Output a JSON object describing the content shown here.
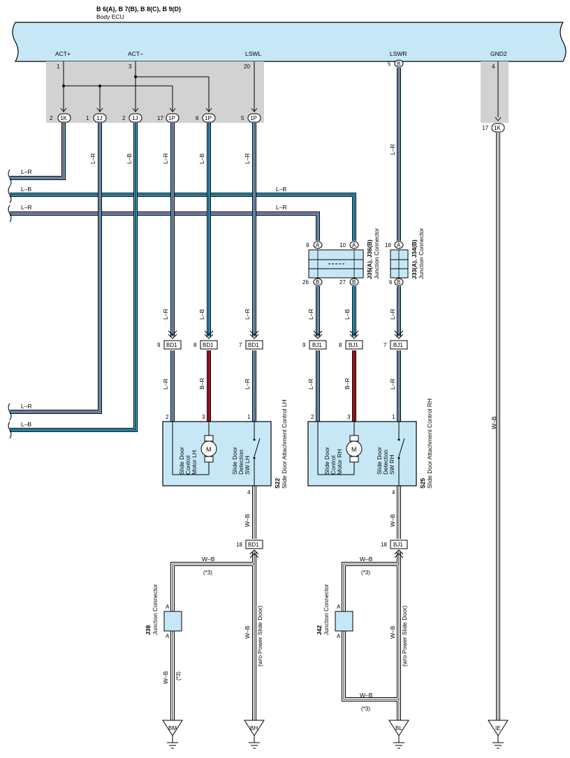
{
  "header": {
    "connectors": "B 6(A), B 7(B), B 8(C), B 9(D)",
    "component": "Body ECU"
  },
  "ecu_pins": {
    "act_plus": "ACT+",
    "act_minus": "ACT–",
    "lswl": "LSWL",
    "lswr": "LSWR",
    "gnd2": "GND2",
    "pin_1": "1",
    "pin_3": "3",
    "pin_20": "20",
    "pin_5": "5",
    "pin_4": "4",
    "conn_b": "B"
  },
  "connectors": {
    "c1k": "1K",
    "c1j": "1J",
    "c1p": "1P",
    "bd1": "BD1",
    "bj1": "BJ1",
    "pins_1k": "2",
    "pins_1j_a": "1",
    "pins_1j_b": "2",
    "pins_1p_a": "17",
    "pins_1p_b": "6",
    "pins_1p_c": "5",
    "pin_17": "17",
    "bd1_a": "9",
    "bd1_b": "8",
    "bd1_c": "7",
    "bd1_d": "18",
    "bj1_a": "9",
    "bj1_b": "8",
    "bj1_c": "7",
    "bj1_d": "18"
  },
  "wires": {
    "lr": "L–R",
    "lb": "L–B",
    "br": "B–R",
    "wb": "W–B",
    "star3": "(*3)",
    "wo_power": "(w/o Power Slide Door)"
  },
  "junction_j35": {
    "title": "J35(A), J36(B)",
    "subtitle": "Junction Connector",
    "a": "A",
    "b": "B",
    "p9": "9",
    "p10": "10",
    "p26": "26",
    "p27": "27"
  },
  "junction_j33": {
    "title": "J33(A), J34(B)",
    "subtitle": "Junction Connector",
    "a": "A",
    "b": "B",
    "p18": "18",
    "p6": "6"
  },
  "slide_lh": {
    "code": "S22",
    "name": "Slide Door Attachment Control LH",
    "motor_l1": "Slide Door",
    "motor_l2": "Control",
    "motor_l3": "Motor LH",
    "sw_l1": "Slide Door",
    "sw_l2": "Detection",
    "sw_l3": "SW LH",
    "m": "M",
    "p2": "2",
    "p3": "3",
    "p1": "1",
    "p4": "4"
  },
  "slide_rh": {
    "code": "S25",
    "name": "Slide Door Attachment Control RH",
    "motor_l1": "Slide Door",
    "motor_l2": "Control",
    "motor_l3": "Motor RH",
    "sw_l1": "Slide Door",
    "sw_l2": "Detection",
    "sw_l3": "SW RH",
    "m": "M",
    "p2": "2",
    "p3": "3",
    "p1": "1",
    "p4": "4"
  },
  "j38": {
    "code": "J38",
    "name": "Junction Connector",
    "a": "A"
  },
  "j42": {
    "code": "J42",
    "name": "Junction Connector",
    "a": "A"
  },
  "grounds": {
    "bm": "BM",
    "bh": "BH",
    "bl": "BL",
    "ie": "IE"
  },
  "colors": {
    "blue": "#3fb6e0",
    "red": "#d0222c",
    "ecu_fill": "#c6e8f6",
    "shade": "#d2d2d2",
    "box": "#c6e8f6"
  }
}
